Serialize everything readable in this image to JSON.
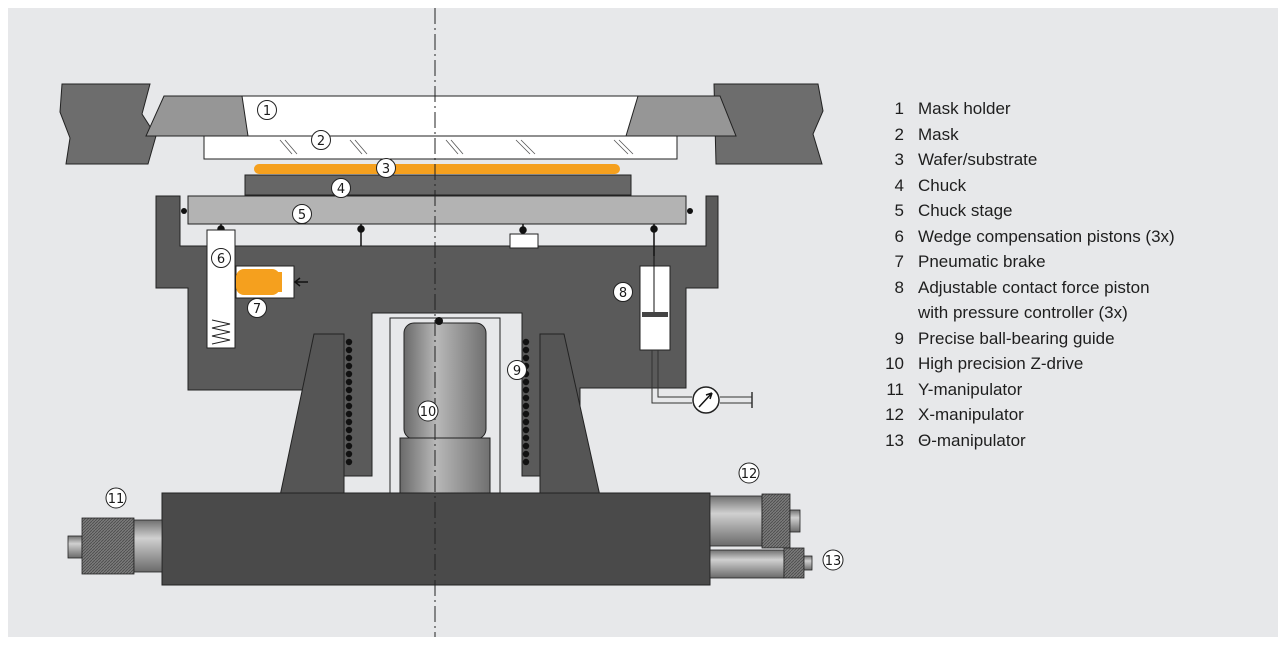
{
  "diagram": {
    "markers": [
      {
        "num": "1"
      },
      {
        "num": "2"
      },
      {
        "num": "3"
      },
      {
        "num": "4"
      },
      {
        "num": "5"
      },
      {
        "num": "6"
      },
      {
        "num": "7"
      },
      {
        "num": "8"
      },
      {
        "num": "9"
      },
      {
        "num": "10"
      },
      {
        "num": "11"
      },
      {
        "num": "12"
      },
      {
        "num": "13"
      }
    ]
  },
  "legend": [
    {
      "num": "1",
      "label": "Mask holder"
    },
    {
      "num": "2",
      "label": "Mask"
    },
    {
      "num": "3",
      "label": "Wafer/substrate"
    },
    {
      "num": "4",
      "label": "Chuck"
    },
    {
      "num": "5",
      "label": "Chuck stage"
    },
    {
      "num": "6",
      "label": "Wedge compensation pistons (3x)"
    },
    {
      "num": "7",
      "label": "Pneumatic brake"
    },
    {
      "num": "8",
      "label": "Adjustable contact force piston",
      "label2": "with pressure controller (3x)"
    },
    {
      "num": "9",
      "label": "Precise ball-bearing guide"
    },
    {
      "num": "10",
      "label": "High precision Z-drive"
    },
    {
      "num": "11",
      "label": "Y-manipulator"
    },
    {
      "num": "12",
      "label": "X-manipulator"
    },
    {
      "num": "13",
      "label": "Θ-manipulator"
    }
  ],
  "colors": {
    "background": "#e7e8ea",
    "frame": "#6d6d6d",
    "holder": "#969696",
    "wafer": "#f5a01e",
    "chuck": "#666666",
    "stage": "#b3b3b3",
    "base": "#4a4a4a",
    "zdrive": "#8a8a8a",
    "micrometer": "#9a9a9a"
  }
}
